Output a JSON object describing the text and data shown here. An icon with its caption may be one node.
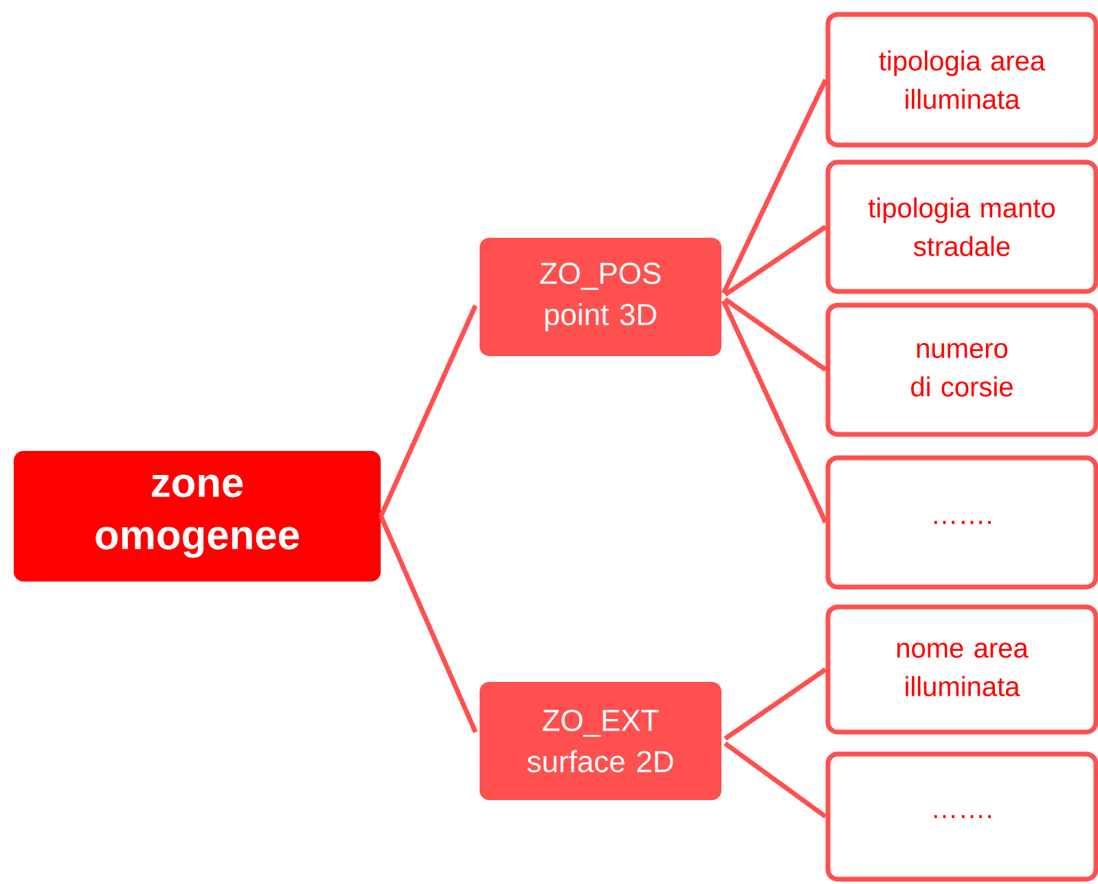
{
  "diagram": {
    "nodes": [
      {
        "text": [
          "zone omogenee"
        ]
      },
      {
        "text": [
          "ZO_POS point 3D"
        ]
      },
      {
        "text": [
          "ZO_EXT surface 2D"
        ]
      },
      {
        "text": [
          "tipologia area illuminata"
        ]
      },
      {
        "text": [
          "tipologia manto stradale"
        ]
      },
      {
        "text": [
          "numero di corsie"
        ]
      },
      {
        "text": [
          "……."
        ]
      },
      {
        "text": [
          "nome area illuminata"
        ]
      },
      {
        "text": [
          "……."
        ]
      }
    ],
    "edges": [
      {
        "from": 0,
        "to": 1,
        "arrow": "none"
      },
      {
        "from": 0,
        "to": 2,
        "arrow": "none"
      },
      {
        "from": 1,
        "to": 3,
        "arrow": "none"
      },
      {
        "from": 1,
        "to": 4,
        "arrow": "none"
      },
      {
        "from": 1,
        "to": 5,
        "arrow": "none"
      },
      {
        "from": 1,
        "to": 6,
        "arrow": "none"
      },
      {
        "from": 2,
        "to": 7,
        "arrow": "none"
      },
      {
        "from": 2,
        "to": 8,
        "arrow": "none"
      }
    ]
  }
}
